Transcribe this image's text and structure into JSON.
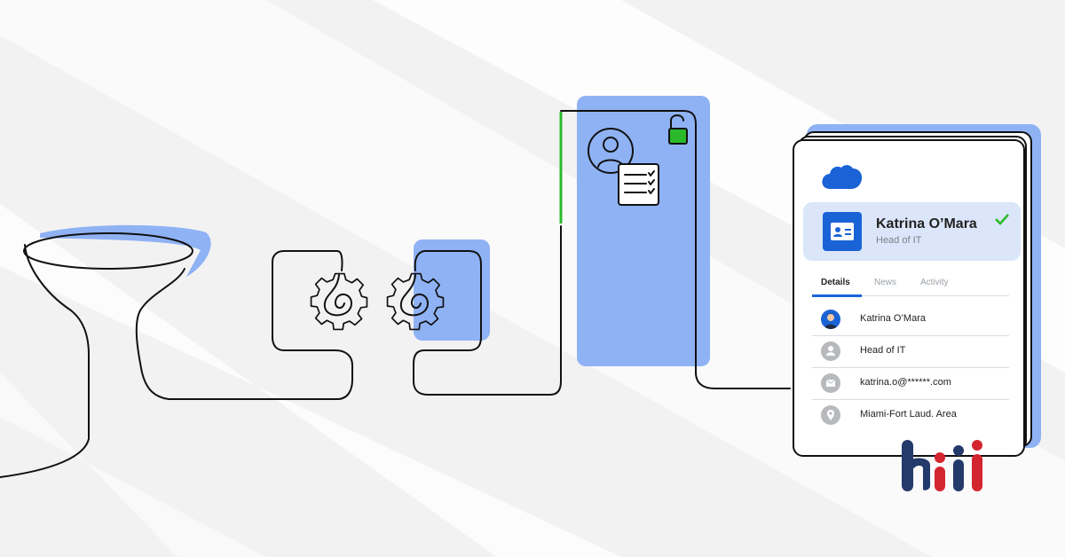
{
  "theme": {
    "accent": "#1a63d6",
    "highlight": "#8fb2f4",
    "unlock_green": "#2bb92b",
    "logo_navy": "#243a6b",
    "logo_red": "#d3252f"
  },
  "illustration": {
    "icons": [
      "funnel-icon",
      "gear-icon",
      "gear-icon",
      "user-profile-icon",
      "checklist-icon",
      "unlocked-padlock-icon"
    ]
  },
  "card": {
    "logo": "cloud-logo",
    "contact": {
      "name": "Katrina O’Mara",
      "title": "Head of IT",
      "icon": "contact-card-icon",
      "status_icon": "checkmark-icon"
    },
    "tabs": [
      {
        "label": "Details",
        "active": true
      },
      {
        "label": "News",
        "active": false
      },
      {
        "label": "Activity",
        "active": false
      }
    ],
    "details": [
      {
        "icon": "avatar-photo",
        "text": "Katrina O’Mara"
      },
      {
        "icon": "person-icon",
        "text": "Head of IT"
      },
      {
        "icon": "email-icon",
        "text": "katrina.o@******.com"
      },
      {
        "icon": "location-pin-icon",
        "text": "Miami-Fort Laud. Area"
      }
    ]
  }
}
